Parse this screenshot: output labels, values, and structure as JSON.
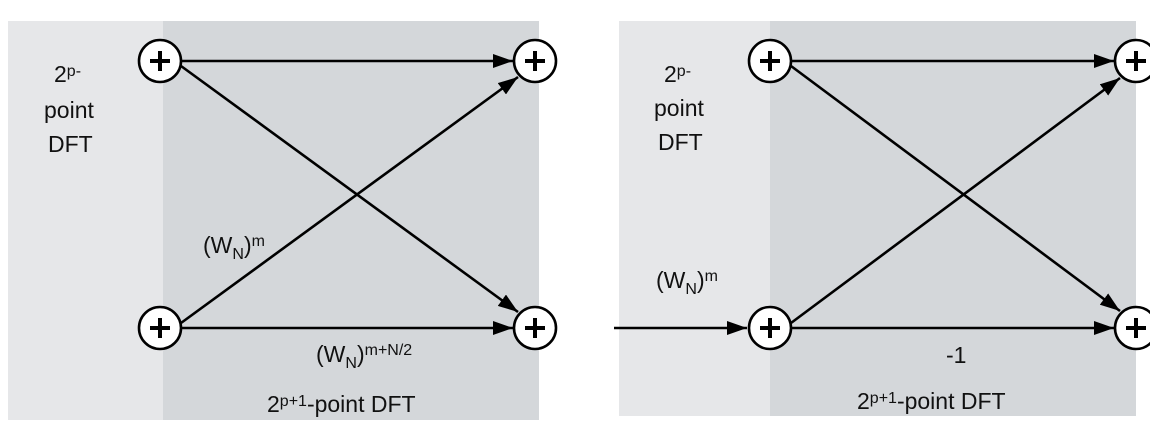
{
  "diagrams": [
    {
      "name": "decimation-in-time-butterfly",
      "inner_block_label": {
        "base": "2",
        "sup": "p-",
        "line2": "point",
        "line3": "DFT"
      },
      "outer_block_label": {
        "base": "2",
        "sup": "p+1",
        "rest": "-point DFT"
      },
      "nodes": [
        "top-left",
        "bottom-left",
        "top-right",
        "bottom-right"
      ],
      "node_symbol": "+",
      "edges": [
        {
          "from": "top-left",
          "to": "top-right",
          "label": null
        },
        {
          "from": "top-left",
          "to": "bottom-right",
          "label": null
        },
        {
          "from": "bottom-left",
          "to": "top-right",
          "label": {
            "base": "(W",
            "sub": "N",
            "close": ")",
            "sup": "m"
          }
        },
        {
          "from": "bottom-left",
          "to": "bottom-right",
          "label": {
            "base": "(W",
            "sub": "N",
            "close": ")",
            "sup": "m+N/2"
          }
        }
      ]
    },
    {
      "name": "optimized-butterfly",
      "inner_block_label": {
        "base": "2",
        "sup": "p-",
        "line2": "point",
        "line3": "DFT"
      },
      "outer_block_label": {
        "base": "2",
        "sup": "p+1",
        "rest": "-point DFT"
      },
      "nodes": [
        "top-left",
        "bottom-left",
        "top-right",
        "bottom-right"
      ],
      "node_symbol": "+",
      "input_label": {
        "base": "(W",
        "sub": "N",
        "close": ")",
        "sup": "m"
      },
      "edges": [
        {
          "from": "input",
          "to": "bottom-left",
          "label": "(W_N)^m"
        },
        {
          "from": "top-left",
          "to": "top-right",
          "label": null
        },
        {
          "from": "top-left",
          "to": "bottom-right",
          "label": null
        },
        {
          "from": "bottom-left",
          "to": "top-right",
          "label": null
        },
        {
          "from": "bottom-left",
          "to": "bottom-right",
          "label": "-1"
        }
      ],
      "minus_one_label": "-1"
    }
  ],
  "colors": {
    "inner_block": "#e6e7e9",
    "outer_block": "#d4d7da",
    "stroke": "#000000",
    "node_fill": "#ffffff"
  }
}
